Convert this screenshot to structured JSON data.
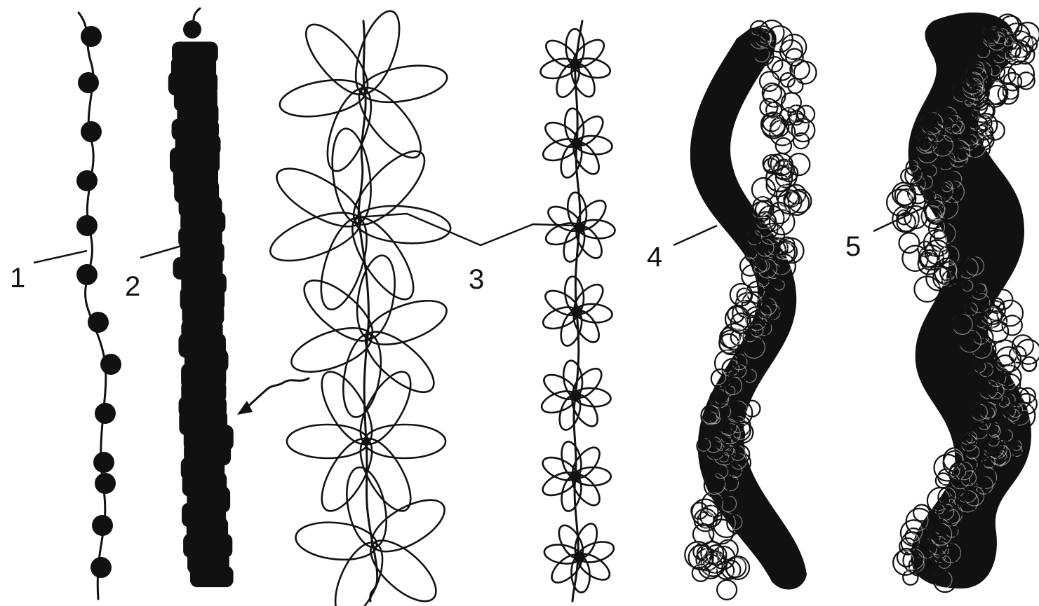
{
  "figure": {
    "labels": [
      {
        "key": "1",
        "text": "1"
      },
      {
        "key": "2",
        "text": "2"
      },
      {
        "key": "3",
        "text": "3"
      },
      {
        "key": "4",
        "text": "4"
      },
      {
        "key": "5",
        "text": "5"
      }
    ]
  },
  "colors": {
    "ink": "#111111",
    "paper": "#ffffff"
  }
}
